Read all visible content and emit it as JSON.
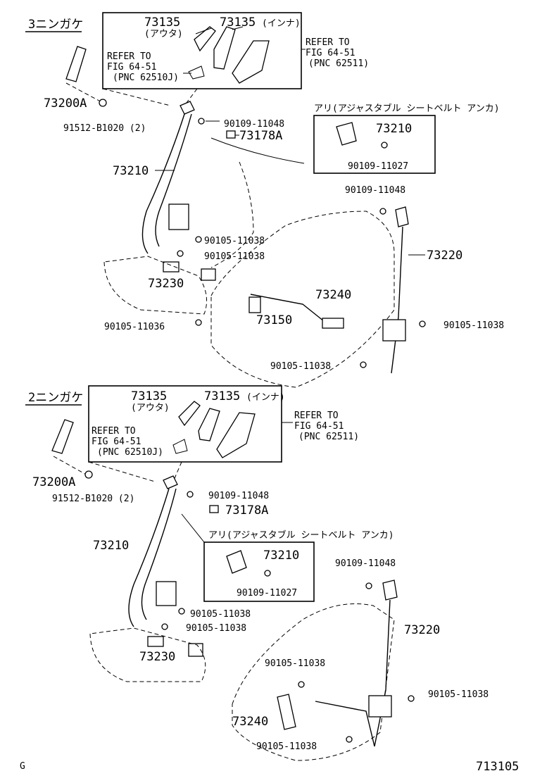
{
  "diagram": {
    "page_code": "713105",
    "corner_mark": "G",
    "sections": [
      {
        "heading": "3ニンガケ",
        "parts": {
          "p73135_outer": "73135",
          "p73135_outer_note": "(アウタ)",
          "p73135_inner": "73135",
          "p73135_inner_note": "(インナ)",
          "refer_left_1": "REFER TO",
          "refer_left_2": "FIG 64-51",
          "refer_left_3": "(PNC 62510J)",
          "refer_right_1": "REFER TO",
          "refer_right_2": "FIG 64-51",
          "refer_right_3": "(PNC 62511)",
          "p73200A": "73200A",
          "p91512": "91512-B1020 (2)",
          "p90109_11048_a": "90109-11048",
          "p73178A": "73178A",
          "adjust_note": "アリ(アジャスタブル シートベルト アンカ)",
          "p73210_inset": "73210",
          "p90109_11027": "90109-11027",
          "p73210": "73210",
          "p90109_11048_b": "90109-11048",
          "p73220": "73220",
          "p90105_11038_a": "90105-11038",
          "p90105_11038_b": "90105-11038",
          "p73230": "73230",
          "p73240": "73240",
          "p90105_11036": "90105-11036",
          "p73150": "73150",
          "p90105_11038_c": "90105-11038",
          "p90105_11038_d": "90105-11038"
        }
      },
      {
        "heading": "2ニンガケ",
        "parts": {
          "p73135_outer": "73135",
          "p73135_outer_note": "(アウタ)",
          "p73135_inner": "73135",
          "p73135_inner_note": "(インナ)",
          "refer_left_1": "REFER TO",
          "refer_left_2": "FIG 64-51",
          "refer_left_3": "(PNC 62510J)",
          "refer_right_1": "REFER TO",
          "refer_right_2": "FIG 64-51",
          "refer_right_3": "(PNC 62511)",
          "p73200A": "73200A",
          "p91512": "91512-B1020 (2)",
          "p90109_11048_a": "90109-11048",
          "p73178A": "73178A",
          "adjust_note": "アリ(アジャスタブル シートベルト アンカ)",
          "p73210_inset": "73210",
          "p90109_11027": "90109-11027",
          "p73210": "73210",
          "p90109_11048_b": "90109-11048",
          "p73220": "73220",
          "p90105_11038_a": "90105-11038",
          "p90105_11038_b": "90105-11038",
          "p73230": "73230",
          "p90105_11038_c": "90105-11038",
          "p90105_11038_d": "90105-11038",
          "p73240": "73240",
          "p90105_11038_e": "90105-11038"
        }
      }
    ]
  }
}
